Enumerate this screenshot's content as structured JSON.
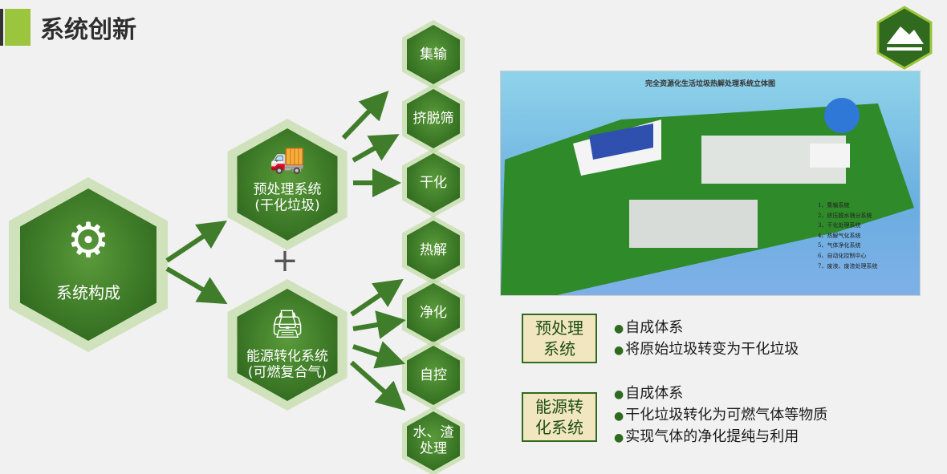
{
  "header": {
    "title": "系统创新"
  },
  "center": {
    "label": "系统构成"
  },
  "plus": "+",
  "subsystems": [
    {
      "line1": "预处理系统",
      "line2": "(干化垃圾)",
      "icon": "truck-icon"
    },
    {
      "line1": "能源转化系统",
      "line2": "(可燃复合气)",
      "icon": "printer-icon"
    }
  ],
  "modules": [
    "集输",
    "挤脱筛",
    "干化",
    "热解",
    "净化",
    "自控",
    "水、渣\n处理"
  ],
  "photo": {
    "title": "完全资源化生活垃圾热解处理系统立体图",
    "legend": [
      "1、集输系统",
      "2、挤压脱水筛分系统",
      "3、干化处理系统",
      "4、热解气化系统",
      "5、气体净化系统",
      "6、自动化控制中心",
      "7、废液、废渣处理系统"
    ]
  },
  "summary": [
    {
      "label": "预处理\n系统",
      "points": [
        "自成体系",
        "将原始垃圾转变为干化垃圾"
      ]
    },
    {
      "label": "能源转\n化系统",
      "points": [
        "自成体系",
        "干化垃圾转化为可燃气体等物质",
        "实现气体的净化提纯与利用"
      ]
    }
  ],
  "colors": {
    "hex": "#3f7d2a",
    "accent": "#9ac53c"
  }
}
